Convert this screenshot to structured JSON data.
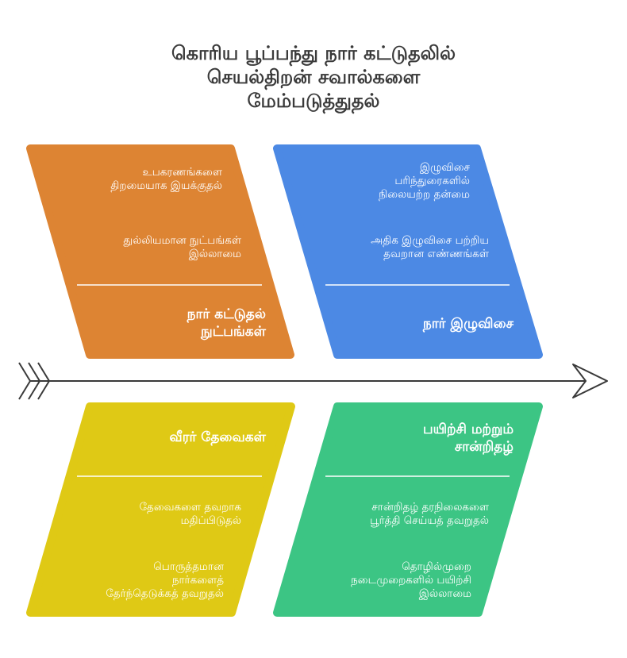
{
  "title": [
    "கொரிய பூப்பந்து நார் கட்டுதலில்",
    "செயல்திறன் சவால்களை",
    "மேம்படுத்துதல்"
  ],
  "colors": {
    "orange": "#DD8433",
    "blue": "#4C89E4",
    "yellow": "#DFC915",
    "green": "#3CC584",
    "spine": "#3a3a3a"
  },
  "categories": [
    {
      "title": [
        "நார் கட்டுதல்",
        "நுட்பங்கள்"
      ],
      "items": [
        [
          "உபகரணங்களை",
          "திறமையாக இயக்குதல்"
        ],
        [
          "துல்லியமான நுட்பங்கள்",
          "இல்லாமை"
        ]
      ]
    },
    {
      "title": [
        "நார் இழுவிசை"
      ],
      "items": [
        [
          "இழுவிசை",
          "பரிந்துரைகளில்",
          "நிலையற்ற தன்மை"
        ],
        [
          "அதிக இழுவிசை பற்றிய",
          "தவறான எண்ணங்கள்"
        ]
      ]
    },
    {
      "title": [
        "வீரர் தேவைகள்"
      ],
      "items": [
        [
          "தேவைகளை தவறாக",
          "மதிப்பிடுதல்"
        ],
        [
          "பொருத்தமான",
          "நார்களைத்",
          "தேர்ந்தெடுக்கத் தவறுதல்"
        ]
      ]
    },
    {
      "title": [
        "பயிற்சி மற்றும்",
        "சான்றிதழ்"
      ],
      "items": [
        [
          "சான்றிதழ் தரநிலைகளை",
          "பூர்த்தி செய்யத் தவறுதல்"
        ],
        [
          "தொழில்முறை",
          "நடைமுறைகளில் பயிற்சி",
          "இல்லாமை"
        ]
      ]
    }
  ]
}
